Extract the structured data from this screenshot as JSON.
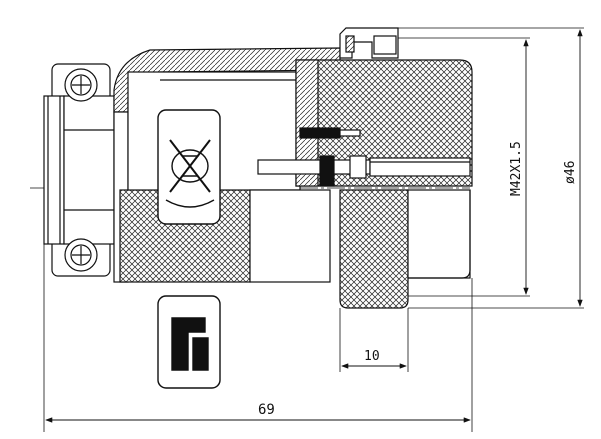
{
  "dimensions": {
    "overall_length": "69",
    "nut_length": "10",
    "thread": "M42X1.5",
    "diameter": "ø46"
  },
  "logos": {
    "top_logo": "z-compass-logo",
    "bottom_logo": "brand-mark-logo"
  },
  "colors": {
    "line": "#111111",
    "fill": "#ffffff"
  }
}
